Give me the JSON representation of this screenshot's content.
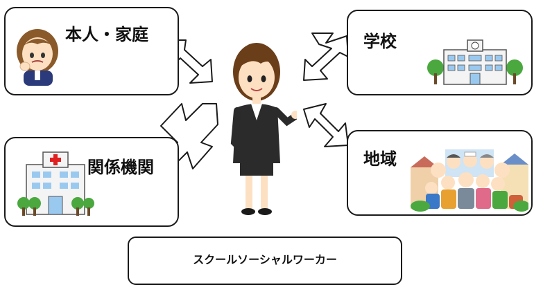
{
  "boxes": {
    "self_family": {
      "label": "本人・家庭"
    },
    "school": {
      "label": "学校"
    },
    "agencies": {
      "label": "関係機関"
    },
    "community": {
      "label": "地域"
    }
  },
  "center": {
    "caption": "スクールソーシャルワーカー"
  },
  "icons": {
    "self_family": "worried-child-icon",
    "school": "school-building-icon",
    "agencies": "hospital-building-icon",
    "community": "community-people-icon",
    "center": "social-worker-figure"
  },
  "colors": {
    "border": "#1a1a1a",
    "cross": "#e02020",
    "tree": "#4aa83f",
    "suit": "#2b2b2b"
  }
}
